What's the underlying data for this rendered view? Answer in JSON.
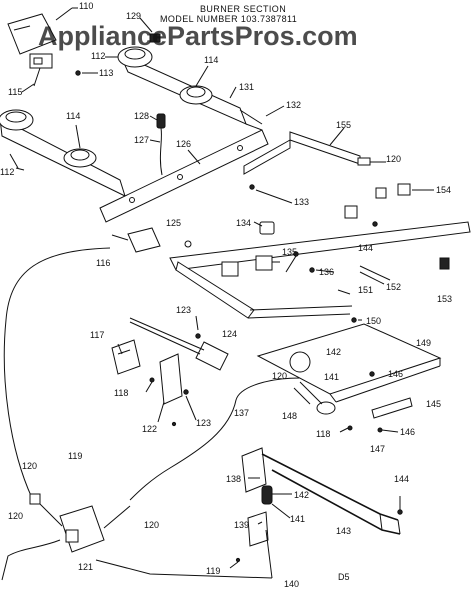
{
  "header": {
    "title_line1": "BURNER SECTION",
    "title_line2": "MODEL NUMBER 103.7387811"
  },
  "watermark": "AppliancePartsPros.com",
  "figure_code": "D5",
  "parts": {
    "p110": "110",
    "p129": "129",
    "p112a": "112",
    "p114a": "114",
    "p113": "113",
    "p115": "115",
    "p131": "131",
    "p132": "132",
    "p128": "128",
    "p114b": "114",
    "p112b": "112",
    "p127": "127",
    "p126": "126",
    "p155": "155",
    "p120a": "120",
    "p154": "154",
    "p133": "133",
    "p134": "134",
    "p144a": "144",
    "p125": "125",
    "p116": "116",
    "p135": "135",
    "p136": "136",
    "p152": "152",
    "p153": "153",
    "p151": "151",
    "p150": "150",
    "p123a": "123",
    "p124": "124",
    "p117": "117",
    "p149": "149",
    "p142a": "142",
    "p141a": "141",
    "p146a": "146",
    "p120b": "120",
    "p118a": "118",
    "p137": "137",
    "p148": "148",
    "p145": "145",
    "p122": "122",
    "p123b": "123",
    "p118b": "118",
    "p147": "147",
    "p146b": "146",
    "p119a": "119",
    "p120c": "120",
    "p138": "138",
    "p144b": "144",
    "p142b": "142",
    "p141b": "141",
    "p143": "143",
    "p120d": "120",
    "p139": "139",
    "p121": "121",
    "p120e": "120",
    "p119b": "119",
    "p140": "140"
  },
  "colors": {
    "ink": "#111111",
    "watermark": "#c8c8c8",
    "background": "#ffffff"
  }
}
